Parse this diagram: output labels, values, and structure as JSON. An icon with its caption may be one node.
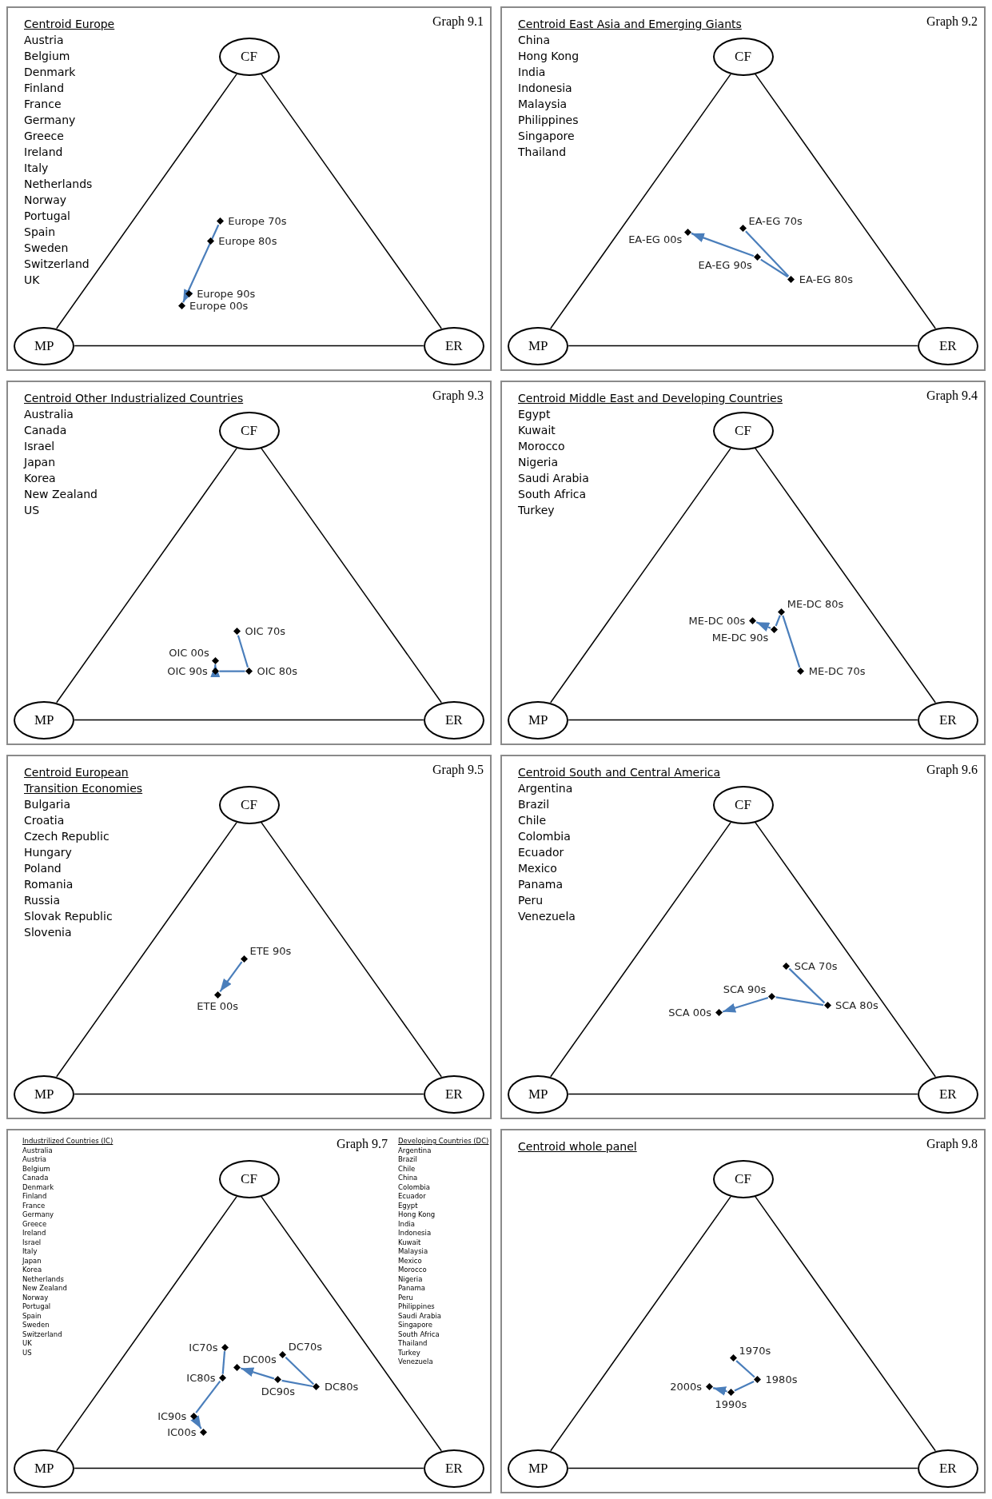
{
  "diagram": {
    "nodes": [
      {
        "text": [
          "Centroid Europe",
          "Austria",
          "Belgium",
          "Denmark",
          "Finland",
          "France",
          "Germany",
          "Greece",
          "Ireland",
          "Italy",
          "Netherlands",
          "Norway",
          "Portugal",
          "Spain",
          "Sweden",
          "Switzerland",
          "UK",
          "Graph 9.1"
        ]
      },
      {
        "text": [
          "CF"
        ],
        "in": 0
      },
      {
        "text": [
          "MP"
        ],
        "in": 0
      },
      {
        "text": [
          "ER"
        ],
        "in": 0
      },
      {
        "text": [],
        "shape": "diamond",
        "in": 0,
        "beside": [
          "Europe 70s"
        ]
      },
      {
        "text": [],
        "shape": "diamond",
        "in": 0,
        "beside": [
          "Europe 80s"
        ]
      },
      {
        "text": [],
        "shape": "diamond",
        "in": 0,
        "beside": [
          "Europe 90s"
        ]
      },
      {
        "text": [],
        "shape": "diamond",
        "in": 0,
        "beside": [
          "Europe 00s"
        ]
      },
      {
        "text": [
          "Centroid East Asia and Emerging Giants",
          "China",
          "Hong Kong",
          "India",
          "Indonesia",
          "Malaysia",
          "Philippines",
          "Singapore",
          "Thailand",
          "Graph 9.2"
        ]
      },
      {
        "text": [
          "CF"
        ],
        "in": 8
      },
      {
        "text": [
          "MP"
        ],
        "in": 8
      },
      {
        "text": [
          "ER"
        ],
        "in": 8
      },
      {
        "text": [],
        "shape": "diamond",
        "in": 8,
        "beside": [
          "EA-EG 70s"
        ]
      },
      {
        "text": [],
        "shape": "diamond",
        "in": 8,
        "beside": [
          "EA-EG 80s"
        ]
      },
      {
        "text": [],
        "shape": "diamond",
        "in": 8,
        "beside": [
          "EA-EG 90s"
        ]
      },
      {
        "text": [],
        "shape": "diamond",
        "in": 8,
        "beside": [
          "EA-EG 00s"
        ]
      },
      {
        "text": [
          "Centroid Other Industrialized Countries",
          "Australia",
          "Canada",
          "Israel",
          "Japan",
          "Korea",
          "New Zealand",
          "US",
          "Graph 9.3"
        ]
      },
      {
        "text": [
          "CF"
        ],
        "in": 16
      },
      {
        "text": [
          "MP"
        ],
        "in": 16
      },
      {
        "text": [
          "ER"
        ],
        "in": 16
      },
      {
        "text": [],
        "shape": "diamond",
        "in": 16,
        "beside": [
          "OIC 70s"
        ]
      },
      {
        "text": [],
        "shape": "diamond",
        "in": 16,
        "beside": [
          "OIC 80s"
        ]
      },
      {
        "text": [],
        "shape": "diamond",
        "in": 16,
        "beside": [
          "OIC 90s"
        ]
      },
      {
        "text": [],
        "shape": "diamond",
        "in": 16,
        "beside": [
          "OIC 00s"
        ]
      },
      {
        "text": [
          "Centroid Middle East and Developing Countries",
          "Egypt",
          "Kuwait",
          "Morocco",
          "Nigeria",
          "Saudi Arabia",
          "South Africa",
          "Turkey",
          "Graph 9.4"
        ]
      },
      {
        "text": [
          "CF"
        ],
        "in": 24
      },
      {
        "text": [
          "MP"
        ],
        "in": 24
      },
      {
        "text": [
          "ER"
        ],
        "in": 24
      },
      {
        "text": [],
        "shape": "diamond",
        "in": 24,
        "beside": [
          "ME-DC 70s"
        ]
      },
      {
        "text": [],
        "shape": "diamond",
        "in": 24,
        "beside": [
          "ME-DC 80s"
        ]
      },
      {
        "text": [],
        "shape": "diamond",
        "in": 24,
        "beside": [
          "ME-DC 90s"
        ]
      },
      {
        "text": [],
        "shape": "diamond",
        "in": 24,
        "beside": [
          "ME-DC 00s"
        ]
      },
      {
        "text": [
          "Centroid European Transition Economies",
          "Bulgaria",
          "Croatia",
          "Czech Republic",
          "Hungary",
          "Poland",
          "Romania",
          "Russia",
          "Slovak Republic",
          "Slovenia",
          "Graph 9.5"
        ]
      },
      {
        "text": [
          "CF"
        ],
        "in": 32
      },
      {
        "text": [
          "MP"
        ],
        "in": 32
      },
      {
        "text": [
          "ER"
        ],
        "in": 32
      },
      {
        "text": [],
        "shape": "diamond",
        "in": 32,
        "beside": [
          "ETE 90s"
        ]
      },
      {
        "text": [],
        "shape": "diamond",
        "in": 32,
        "beside": [
          "ETE 00s"
        ]
      },
      {
        "text": [
          "Centroid South and Central America",
          "Argentina",
          "Brazil",
          "Chile",
          "Colombia",
          "Ecuador",
          "Mexico",
          "Panama",
          "Peru",
          "Venezuela",
          "Graph 9.6"
        ]
      },
      {
        "text": [
          "CF"
        ],
        "in": 38
      },
      {
        "text": [
          "MP"
        ],
        "in": 38
      },
      {
        "text": [
          "ER"
        ],
        "in": 38
      },
      {
        "text": [],
        "shape": "diamond",
        "in": 38,
        "beside": [
          "SCA 70s"
        ]
      },
      {
        "text": [],
        "shape": "diamond",
        "in": 38,
        "beside": [
          "SCA 80s"
        ]
      },
      {
        "text": [],
        "shape": "diamond",
        "in": 38,
        "beside": [
          "SCA 90s"
        ]
      },
      {
        "text": [],
        "shape": "diamond",
        "in": 38,
        "beside": [
          "SCA 00s"
        ]
      },
      {
        "text": [
          "Industrilized Countries (IC)",
          "Australia",
          "Austria",
          "Belgium",
          "Canada",
          "Denmark",
          "Finland",
          "France",
          "Germany",
          "Greece",
          "Ireland",
          "Israel",
          "Italy",
          "Japan",
          "Korea",
          "Netherlands",
          "New Zealand",
          "Norway",
          "Portugal",
          "Spain",
          "Sweden",
          "Switzerland",
          "UK",
          "US",
          "Developing Countries (DC)",
          "Argentina",
          "Brazil",
          "Chile",
          "China",
          "Colombia",
          "Ecuador",
          "Egypt",
          "Hong Kong",
          "India",
          "Indonesia",
          "Kuwait",
          "Malaysia",
          "Mexico",
          "Morocco",
          "Nigeria",
          "Panama",
          "Peru",
          "Philippines",
          "Saudi Arabia",
          "Singapore",
          "South Africa",
          "Thailand",
          "Turkey",
          "Venezuela",
          "Graph 9.7"
        ]
      },
      {
        "text": [
          "CF"
        ],
        "in": 46
      },
      {
        "text": [
          "MP"
        ],
        "in": 46
      },
      {
        "text": [
          "ER"
        ],
        "in": 46
      },
      {
        "text": [],
        "shape": "diamond",
        "in": 46,
        "beside": [
          "IC70s"
        ]
      },
      {
        "text": [],
        "shape": "diamond",
        "in": 46,
        "beside": [
          "IC80s"
        ]
      },
      {
        "text": [],
        "shape": "diamond",
        "in": 46,
        "beside": [
          "IC90s"
        ]
      },
      {
        "text": [],
        "shape": "diamond",
        "in": 46,
        "beside": [
          "IC00s"
        ]
      },
      {
        "text": [],
        "shape": "diamond",
        "in": 46,
        "beside": [
          "DC70s"
        ]
      },
      {
        "text": [],
        "shape": "diamond",
        "in": 46,
        "beside": [
          "DC80s"
        ]
      },
      {
        "text": [],
        "shape": "diamond",
        "in": 46,
        "beside": [
          "DC90s"
        ]
      },
      {
        "text": [],
        "shape": "diamond",
        "in": 46,
        "beside": [
          "DC00s"
        ]
      },
      {
        "text": [
          "Centroid whole panel",
          "Graph 9.8"
        ]
      },
      {
        "text": [
          "CF"
        ],
        "in": 58
      },
      {
        "text": [
          "MP"
        ],
        "in": 58
      },
      {
        "text": [
          "ER"
        ],
        "in": 58
      },
      {
        "text": [],
        "shape": "diamond",
        "in": 58,
        "beside": [
          "1970s"
        ]
      },
      {
        "text": [],
        "shape": "diamond",
        "in": 58,
        "beside": [
          "1980s"
        ]
      },
      {
        "text": [],
        "shape": "diamond",
        "in": 58,
        "beside": [
          "1990s"
        ]
      },
      {
        "text": [],
        "shape": "diamond",
        "in": 58,
        "beside": [
          "2000s"
        ]
      }
    ],
    "edges": [
      {
        "from": 1,
        "to": 2,
        "arrow": "none"
      },
      {
        "from": 1,
        "to": 3,
        "arrow": "none"
      },
      {
        "from": 2,
        "to": 3,
        "arrow": "none"
      },
      {
        "from": 4,
        "to": 7,
        "arrow": "to",
        "color": "#4a7ebb"
      },
      {
        "from": 9,
        "to": 10,
        "arrow": "none"
      },
      {
        "from": 9,
        "to": 11,
        "arrow": "none"
      },
      {
        "from": 10,
        "to": 11,
        "arrow": "none"
      },
      {
        "from": 12,
        "to": 13,
        "arrow": "none",
        "color": "#4a7ebb"
      },
      {
        "from": 13,
        "to": 14,
        "arrow": "none",
        "color": "#4a7ebb"
      },
      {
        "from": 14,
        "to": 15,
        "arrow": "to",
        "color": "#4a7ebb"
      },
      {
        "from": 17,
        "to": 18,
        "arrow": "none"
      },
      {
        "from": 17,
        "to": 19,
        "arrow": "none"
      },
      {
        "from": 18,
        "to": 19,
        "arrow": "none"
      },
      {
        "from": 20,
        "to": 21,
        "arrow": "none",
        "color": "#4a7ebb"
      },
      {
        "from": 21,
        "to": 22,
        "arrow": "none",
        "color": "#4a7ebb"
      },
      {
        "from": 22,
        "to": 23,
        "arrow": "to",
        "color": "#4a7ebb"
      },
      {
        "from": 25,
        "to": 26,
        "arrow": "none"
      },
      {
        "from": 25,
        "to": 27,
        "arrow": "none"
      },
      {
        "from": 26,
        "to": 27,
        "arrow": "none"
      },
      {
        "from": 28,
        "to": 29,
        "arrow": "none",
        "color": "#4a7ebb"
      },
      {
        "from": 29,
        "to": 30,
        "arrow": "none",
        "color": "#4a7ebb"
      },
      {
        "from": 30,
        "to": 31,
        "arrow": "to",
        "color": "#4a7ebb"
      },
      {
        "from": 33,
        "to": 34,
        "arrow": "none"
      },
      {
        "from": 33,
        "to": 35,
        "arrow": "none"
      },
      {
        "from": 34,
        "to": 35,
        "arrow": "none"
      },
      {
        "from": 36,
        "to": 37,
        "arrow": "to",
        "color": "#4a7ebb"
      },
      {
        "from": 39,
        "to": 40,
        "arrow": "none"
      },
      {
        "from": 39,
        "to": 41,
        "arrow": "none"
      },
      {
        "from": 40,
        "to": 41,
        "arrow": "none"
      },
      {
        "from": 42,
        "to": 43,
        "arrow": "none",
        "color": "#4a7ebb"
      },
      {
        "from": 43,
        "to": 44,
        "arrow": "none",
        "color": "#4a7ebb"
      },
      {
        "from": 44,
        "to": 45,
        "arrow": "to",
        "color": "#4a7ebb"
      },
      {
        "from": 47,
        "to": 48,
        "arrow": "none"
      },
      {
        "from": 47,
        "to": 49,
        "arrow": "none"
      },
      {
        "from": 48,
        "to": 49,
        "arrow": "none"
      },
      {
        "from": 50,
        "to": 51,
        "arrow": "none",
        "color": "#4a7ebb"
      },
      {
        "from": 51,
        "to": 52,
        "arrow": "none",
        "color": "#4a7ebb"
      },
      {
        "from": 52,
        "to": 53,
        "arrow": "to",
        "color": "#4a7ebb"
      },
      {
        "from": 54,
        "to": 55,
        "arrow": "none",
        "color": "#4a7ebb"
      },
      {
        "from": 55,
        "to": 56,
        "arrow": "none",
        "color": "#4a7ebb"
      },
      {
        "from": 56,
        "to": 57,
        "arrow": "to",
        "color": "#4a7ebb"
      },
      {
        "from": 59,
        "to": 60,
        "arrow": "none"
      },
      {
        "from": 59,
        "to": 61,
        "arrow": "none"
      },
      {
        "from": 60,
        "to": 61,
        "arrow": "none"
      },
      {
        "from": 62,
        "to": 63,
        "arrow": "none",
        "color": "#4a7ebb"
      },
      {
        "from": 63,
        "to": 64,
        "arrow": "none",
        "color": "#4a7ebb"
      },
      {
        "from": 64,
        "to": 65,
        "arrow": "to",
        "color": "#4a7ebb"
      }
    ]
  }
}
